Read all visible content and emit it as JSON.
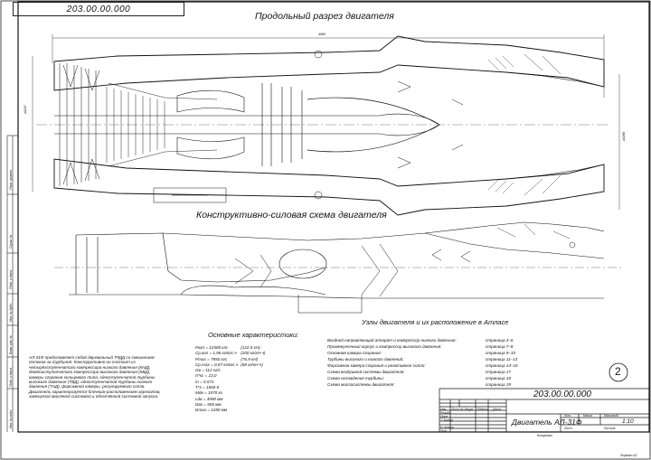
{
  "drawing_number": "203.00.00.000",
  "titles": {
    "longitudinal_section": "Продольный разрез двигателя",
    "structural_scheme": "Конструктивно-силовая схема двигателя",
    "main_characteristics": "Основные характеристики:",
    "units_location": "Узлы двигателя и их расположение в Атласе"
  },
  "dimensions": {
    "overall_length": "4980",
    "inlet_diameter": "⌀1197",
    "nozzle_diameter": "⌀1280"
  },
  "description": "АЛ-31Ф представляет собой двухвальный ТРДД со смешением потоков за турбиной. Конструктивно он состоит из четырёхступенчатого компрессора низкого давления (КНД), девятиступенчатого компрессора высокого давления (КВД), камеры сгорания кольцевого типа, одноступенчатой турбины высокого давления (ТВД), одноступенчатой турбины низкого давления (ТНД), форсажной камеры, регулируемого сопла. Двигатель характеризуется блочным расположением агрегатов, замкнутой масляной системой и облегчённой системой запуска.",
  "specs": [
    {
      "param": "Pвзл = 12500 кгс",
      "extra": "(122,5 кН)"
    },
    {
      "param": "Cр.взл = 1,96 кг/кгс.ч",
      "extra": "(200 кг/кН·ч)"
    },
    {
      "param": "Pmax = 7850 кгс",
      "extra": "(76,9 кН)"
    },
    {
      "param": "Cр.max = 0,67 кг/кгс.ч",
      "extra": "(68 кг/кН·ч)"
    },
    {
      "param": "Gв = 112 кг/с",
      "extra": ""
    },
    {
      "param": "π*кс = 23,0",
      "extra": ""
    },
    {
      "param": "m = 0,571",
      "extra": ""
    },
    {
      "param": "T*г = 1660 К",
      "extra": ""
    },
    {
      "param": "Mдв = 1570 кг",
      "extra": ""
    },
    {
      "param": "Lдв = 4990 мм",
      "extra": ""
    },
    {
      "param": "Dвх = 905 мм",
      "extra": ""
    },
    {
      "param": "Dmax = 1280 мм",
      "extra": ""
    }
  ],
  "units": [
    {
      "name": "Входной направляющий аппарат и компрессор низкого давления:",
      "pages": "страница 3–6"
    },
    {
      "name": "Промежуточный корпус и компрессор высокого давления:",
      "pages": "страница 7–8"
    },
    {
      "name": "Основная камера сгорания:",
      "pages": "страница 9–10"
    },
    {
      "name": "Турбины высокого и низкого давлений:",
      "pages": "страница 11–13"
    },
    {
      "name": "Форсажная камера сгорания и реактивное сопло:",
      "pages": "страница 14–16"
    },
    {
      "name": "Схема воздушной системы двигателя:",
      "pages": "страница 17"
    },
    {
      "name": "Схема охлаждения турбины:",
      "pages": "страница 18"
    },
    {
      "name": "Схема маслосистемы двигателя:",
      "pages": "страница 19"
    }
  ],
  "sheet_marker": "2",
  "title_block": {
    "code": "203.00.00.000",
    "name": "Двигатель АЛ-31Ф",
    "scale": "1:10",
    "col_lit": "Лит.",
    "col_mass": "Масса",
    "col_scale": "Масштаб",
    "sheet": "Лист",
    "sheets": "Листов",
    "rows": [
      "Изм.",
      "Лист",
      "№ докум.",
      "Подпись",
      "Дата"
    ],
    "roles": [
      "Разраб.",
      "Пров.",
      "Т. Контр.",
      "",
      "Н. Контр.",
      "Утв."
    ],
    "format": "Формат А2",
    "copied": "Копировал"
  },
  "side_stamp": [
    "Перв. примен.",
    "Справ. №",
    "Подп. и дата",
    "Инв. № дубл.",
    "Взам. инв. №",
    "Подп. и дата",
    "Инв. № подл."
  ]
}
